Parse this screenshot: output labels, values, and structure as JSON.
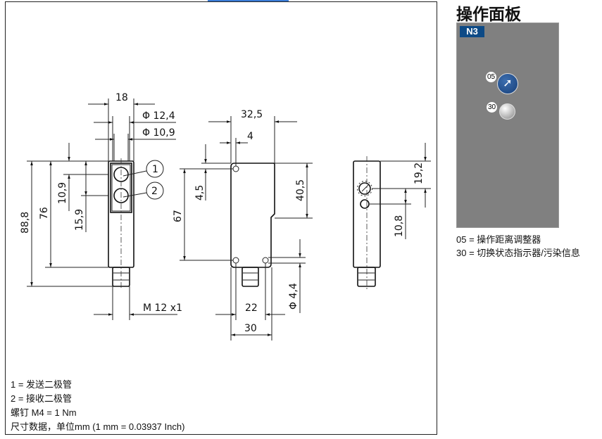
{
  "drawing": {
    "dims": {
      "d18": "18",
      "dia124": "Φ 12,4",
      "dia109": "Φ 10,9",
      "d888": "88,8",
      "d76": "76",
      "d109": "10,9",
      "d159": "15,9",
      "thread": "M 12 x1",
      "callout1": "1",
      "callout2": "2",
      "d325": "32,5",
      "d4": "4",
      "d45": "4,5",
      "d67": "67",
      "d405": "40,5",
      "dia44": "Φ 4,4",
      "d22": "22",
      "d30": "30",
      "d192": "19,2",
      "d108": "10,8"
    }
  },
  "legend": [
    "1 =  发送二极管",
    "2 =  接收二极管",
    "螺钉 M4 = 1 Nm",
    "尺寸数据，单位mm (1 mm = 0.03937 Inch)"
  ],
  "panel": {
    "title": "操作面板",
    "badge": "N3",
    "items": [
      {
        "tag": "05",
        "icon": "arrow-knob-icon",
        "desc": "05 = 操作距离调整器"
      },
      {
        "tag": "30",
        "icon": "led-icon",
        "desc": "30 = 切换状态指示器/污染信息"
      }
    ],
    "colors": {
      "panel": "#808080",
      "badge": "#0d4a86",
      "knob": "#1f4f8f"
    }
  }
}
